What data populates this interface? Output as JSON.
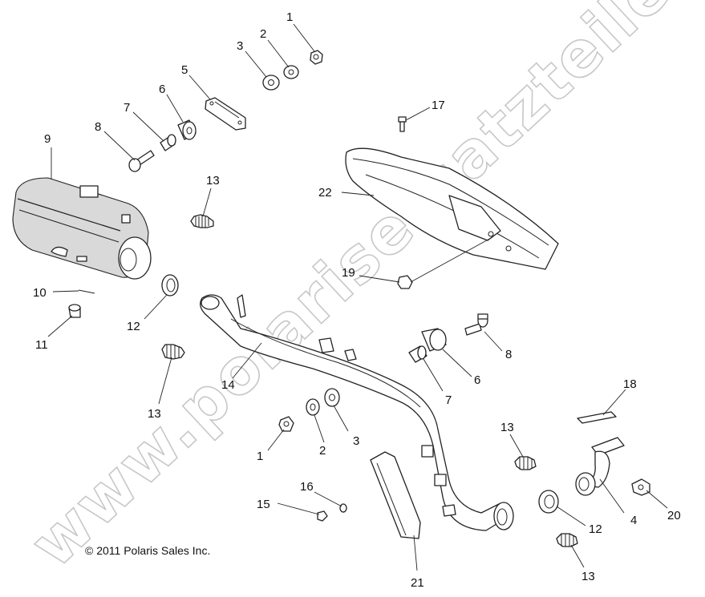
{
  "diagram": {
    "watermark": "www.polarisersatzteile.de",
    "copyright": "© 2011 Polaris Sales Inc.",
    "callouts": [
      {
        "id": "c1-top",
        "label": "1"
      },
      {
        "id": "c2-top",
        "label": "2"
      },
      {
        "id": "c3-top",
        "label": "3"
      },
      {
        "id": "c5",
        "label": "5"
      },
      {
        "id": "c6-top",
        "label": "6"
      },
      {
        "id": "c7-top",
        "label": "7"
      },
      {
        "id": "c8-top",
        "label": "8"
      },
      {
        "id": "c9",
        "label": "9"
      },
      {
        "id": "c17",
        "label": "17"
      },
      {
        "id": "c22",
        "label": "22"
      },
      {
        "id": "c13-a",
        "label": "13"
      },
      {
        "id": "c10",
        "label": "10"
      },
      {
        "id": "c11",
        "label": "11"
      },
      {
        "id": "c12-left",
        "label": "12"
      },
      {
        "id": "c19",
        "label": "19"
      },
      {
        "id": "c14",
        "label": "14"
      },
      {
        "id": "c13-b",
        "label": "13"
      },
      {
        "id": "c8-mid",
        "label": "8"
      },
      {
        "id": "c6-mid",
        "label": "6"
      },
      {
        "id": "c7-mid",
        "label": "7"
      },
      {
        "id": "c18",
        "label": "18"
      },
      {
        "id": "c13-c",
        "label": "13"
      },
      {
        "id": "c1-mid",
        "label": "1"
      },
      {
        "id": "c2-mid",
        "label": "2"
      },
      {
        "id": "c3-mid",
        "label": "3"
      },
      {
        "id": "c16",
        "label": "16"
      },
      {
        "id": "c15",
        "label": "15"
      },
      {
        "id": "c12-right",
        "label": "12"
      },
      {
        "id": "c4",
        "label": "4"
      },
      {
        "id": "c20",
        "label": "20"
      },
      {
        "id": "c13-d",
        "label": "13"
      },
      {
        "id": "c21",
        "label": "21"
      }
    ]
  }
}
